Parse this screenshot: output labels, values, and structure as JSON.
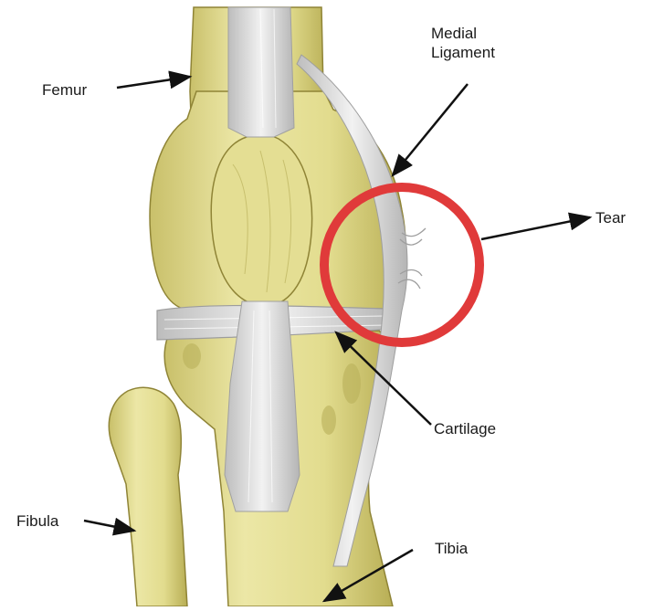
{
  "labels": {
    "medial_ligament_line1": "Medial",
    "medial_ligament_line2": "Ligament",
    "femur": "Femur",
    "tear": "Tear",
    "cartilage": "Cartilage",
    "fibula": "Fibula",
    "tibia": "Tibia"
  },
  "colors": {
    "bone": "#e9e49c",
    "bone_shadow": "#b9b05a",
    "bone_dark": "#8f8436",
    "ligament": "#dcdcdc",
    "ligament_shadow": "#a9a9a9",
    "tear_circle": "#e03a3a",
    "arrow": "#111111"
  }
}
